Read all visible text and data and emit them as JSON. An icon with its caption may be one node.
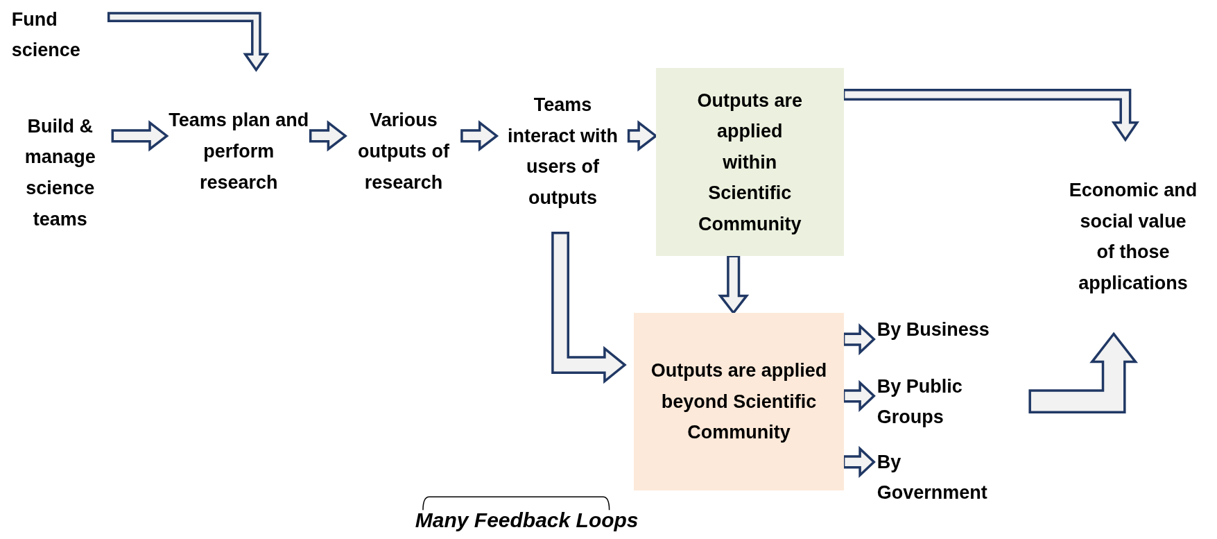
{
  "diagram": {
    "nodes": [
      {
        "text": [
          "Fund science"
        ]
      },
      {
        "text": [
          "Build & manage science teams"
        ]
      },
      {
        "text": [
          "Teams plan and perform research"
        ]
      },
      {
        "text": [
          "Various outputs of research"
        ]
      },
      {
        "text": [
          "Teams interact with users of outputs"
        ]
      },
      {
        "text": [
          "Outputs are applied within Scientific Community"
        ]
      },
      {
        "text": [
          "Economic and social value of those applications"
        ]
      },
      {
        "text": [
          "Outputs are applied beyond Scientific Community"
        ]
      },
      {
        "text": [
          "By Business"
        ]
      },
      {
        "text": [
          "By Public Groups"
        ]
      },
      {
        "text": [
          "By Government"
        ]
      }
    ],
    "edges": [
      {
        "from": 0,
        "to": 2,
        "arrow": "to"
      },
      {
        "from": 1,
        "to": 2,
        "arrow": "to"
      },
      {
        "from": 2,
        "to": 3,
        "arrow": "to"
      },
      {
        "from": 3,
        "to": 4,
        "arrow": "to"
      },
      {
        "from": 4,
        "to": 5,
        "arrow": "to"
      },
      {
        "from": 5,
        "to": 6,
        "arrow": "to"
      },
      {
        "from": 5,
        "to": 7,
        "arrow": "to"
      },
      {
        "from": 4,
        "to": 7,
        "arrow": "to"
      },
      {
        "from": 7,
        "to": 8,
        "arrow": "to"
      },
      {
        "from": 7,
        "to": 9,
        "arrow": "to"
      },
      {
        "from": 7,
        "to": 10,
        "arrow": "to"
      },
      {
        "from": 9,
        "to": 6,
        "arrow": "to"
      }
    ],
    "labels": [
      "Many Feedback Loops"
    ]
  }
}
